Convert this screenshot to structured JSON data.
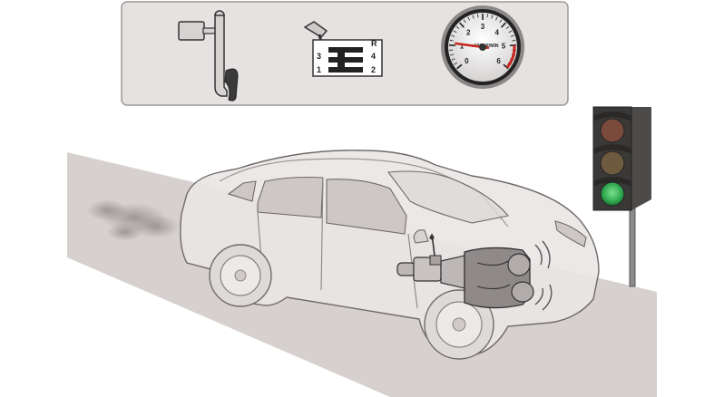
{
  "panel": {
    "clutch": {
      "icon": "clutch-pedal-icon"
    },
    "gearbox": {
      "icon": "gear-shifter-icon",
      "labels": {
        "reverse": "R",
        "third": "3",
        "fourth": "4",
        "first": "1",
        "second": "2"
      }
    },
    "tachometer": {
      "icon": "tachometer-icon",
      "unit_label": "x1000 R/MIN",
      "ticks": [
        "0",
        "1",
        "2",
        "3",
        "4",
        "5",
        "6"
      ],
      "needle_value": 1.1,
      "min": 0,
      "max": 6,
      "redline_from": 5
    }
  },
  "scene": {
    "car": {
      "icon": "car-icon"
    },
    "engine": {
      "icon": "engine-cutaway-icon"
    },
    "exhaust": {
      "icon": "exhaust-smoke-icon"
    },
    "traffic_light": {
      "icon": "traffic-light-icon",
      "active": "green"
    }
  },
  "colors": {
    "panel_bg": "#e6e2e1",
    "road": "#d6d1cf",
    "light_red_off": "#7a4a3c",
    "light_amber_off": "#6e5a3e",
    "light_green_on": "#2fa84f",
    "needle": "#c8251d",
    "redline": "#c8251d"
  }
}
